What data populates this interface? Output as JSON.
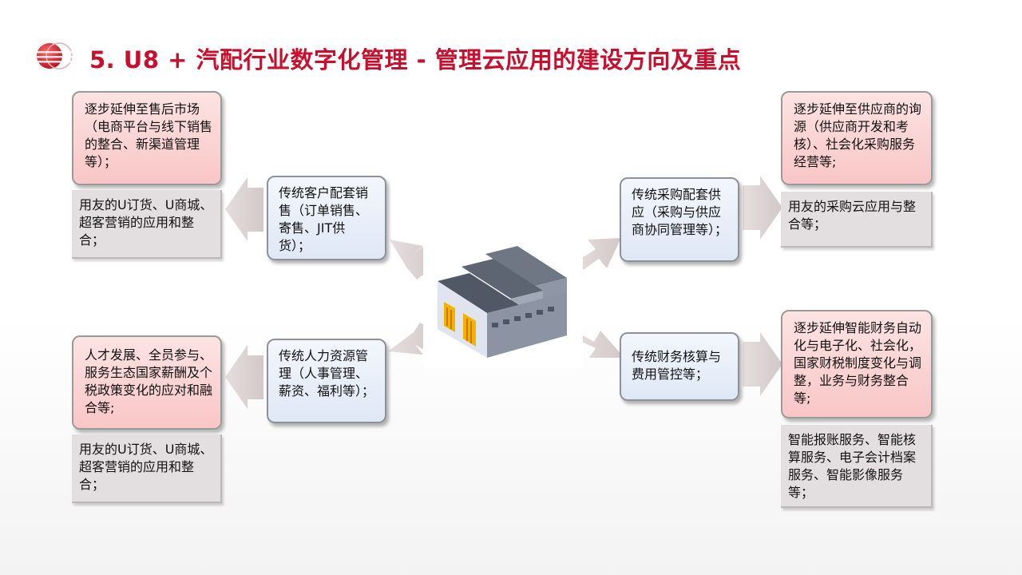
{
  "title": "5. U8 + 汽配行业数字化管理 - 管理云应用的建设方向及重点",
  "colors": {
    "title": "#c8102e",
    "arrow": "#e0d8d8"
  },
  "icons": {
    "logo": "red-sphere-logo-icon",
    "center": "factory-icon"
  },
  "nodes": {
    "sales": "传统客户配套销售（订单销售、寄售、JIT供货）；",
    "procurement": "传统采购配套供应（采购与供应商协同管理等）；",
    "hr": "传统人力资源管理（人事管理、薪资、福利等）；",
    "finance": "传统财务核算与费用管控等；"
  },
  "extensions": {
    "sales": "逐步延伸至售后市场（电商平台与线下销售的整合、新渠道管理等）；",
    "procurement": "逐步延伸至供应商的询源（供应商开发和考核）、社会化采购服务经营等;",
    "hr": "人才发展、全员参与、服务生态国家薪酬及个税政策变化的应对和融合等;",
    "finance": "逐步延伸智能财务自动化与电子化、社会化，国家财税制度变化与调整，业务与财务整合等;"
  },
  "applications": {
    "sales": "用友的U订货、U商城、超客营销的应用和整合；",
    "procurement": "用友的采购云应用与整合等；",
    "hr": "用友的U订货、U商城、超客营销的应用和整合；",
    "finance": "智能报账服务、智能核算服务、电子会计档案服务、智能影像服务等；"
  }
}
